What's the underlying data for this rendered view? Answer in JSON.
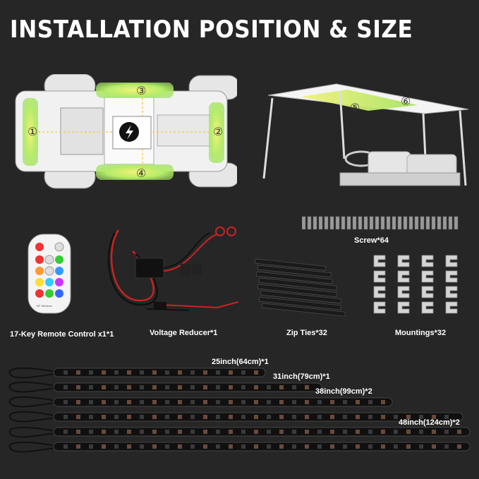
{
  "title": "INSTALLATION POSITION & SIZE",
  "positions": [
    "①",
    "②",
    "③",
    "④",
    "⑤",
    "⑥"
  ],
  "remote": {
    "label": "17-Key Remote Control x1*1",
    "brand": "RF Wireless"
  },
  "reducer_label": "Voltage Reducer*1",
  "screw_label": "Screw*64",
  "zip_label": "Zip Ties*32",
  "mount_label": "Mountings*32",
  "strips": [
    {
      "label": "25inch(64cm)*1"
    },
    {
      "label": "31inch(79cm)*1"
    },
    {
      "label": "38inch(99cm)*2"
    },
    {
      "label": "48inch(124cm)*2"
    }
  ],
  "colors": {
    "background": "#262626",
    "glow": "#c8f07a",
    "strip": "#111111"
  }
}
